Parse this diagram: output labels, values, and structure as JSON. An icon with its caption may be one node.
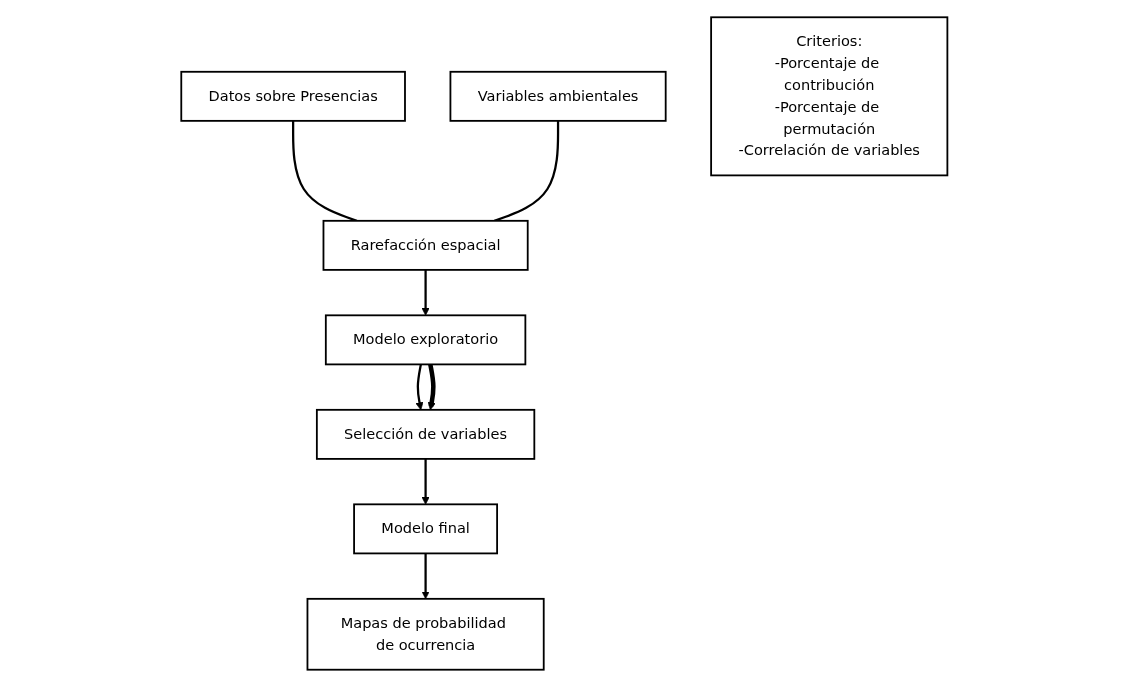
{
  "diagram": {
    "nodes": [
      {
        "text": [
          "Datos sobre Presencias"
        ]
      },
      {
        "text": [
          "Variables ambientales"
        ]
      },
      {
        "text": [
          "Rarefacción espacial"
        ]
      },
      {
        "text": [
          "Modelo exploratorio"
        ]
      },
      {
        "text": [
          "Criterios:",
          "-Porcentaje de contribución",
          "-Porcentaje de permutación",
          "-Correlación de variables"
        ]
      },
      {
        "text": [
          "Selección de variables"
        ]
      },
      {
        "text": [
          "Modelo final"
        ]
      },
      {
        "text": [
          "Mapas de probabilidad de ocurrencia"
        ]
      }
    ],
    "edges": [
      {
        "from": 0,
        "to": 2,
        "arrow": "none"
      },
      {
        "from": 1,
        "to": 2,
        "arrow": "none"
      },
      {
        "from": 2,
        "to": 3,
        "arrow": "to"
      },
      {
        "from": 3,
        "to": 5,
        "arrow": "to"
      },
      {
        "from": 3,
        "to": 5,
        "arrow": "to",
        "style": "thick"
      },
      {
        "from": 5,
        "to": 6,
        "arrow": "to"
      },
      {
        "from": 6,
        "to": 7,
        "arrow": "to"
      }
    ]
  }
}
